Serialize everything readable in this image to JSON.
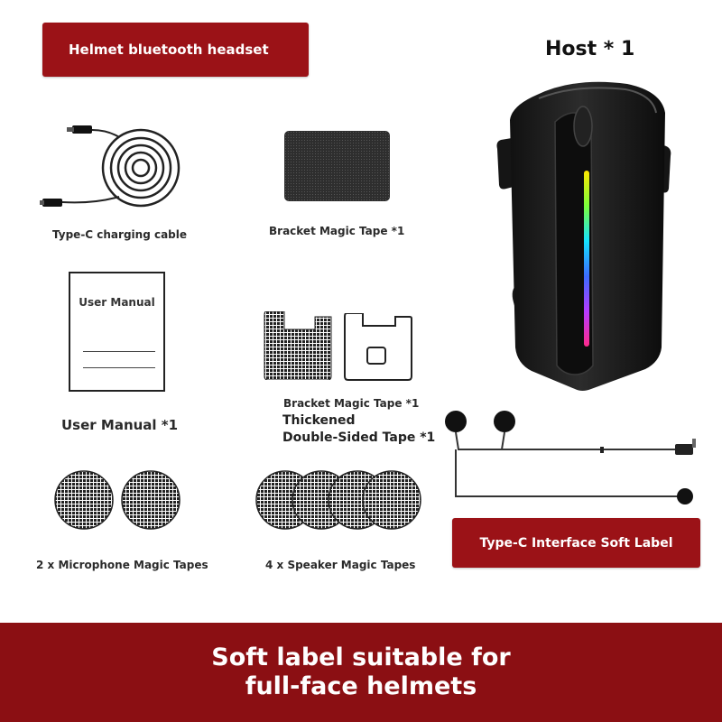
{
  "header": {
    "title": "Helmet bluetooth headset"
  },
  "host": {
    "label": "Host * 1"
  },
  "items": {
    "cable": "Type-C charging cable",
    "bracket_tape": "Bracket Magic Tape *1",
    "manual_cover": "User Manual",
    "manual": "User Manual *1",
    "bracket_tape_2": "Bracket Magic Tape *1",
    "thickened_line1": "Thickened",
    "thickened_line2": "Double-Sided Tape *1",
    "mic_tapes": "2 x Microphone Magic Tapes",
    "speaker_tapes": "4 x Speaker Magic Tapes"
  },
  "soft_label": {
    "text": "Type-C Interface Soft Label"
  },
  "banner": {
    "line1": "Soft label suitable for",
    "line2": "full-face helmets"
  },
  "colors": {
    "accent_red": "#9b1217",
    "banner_red": "#8b0f13"
  }
}
